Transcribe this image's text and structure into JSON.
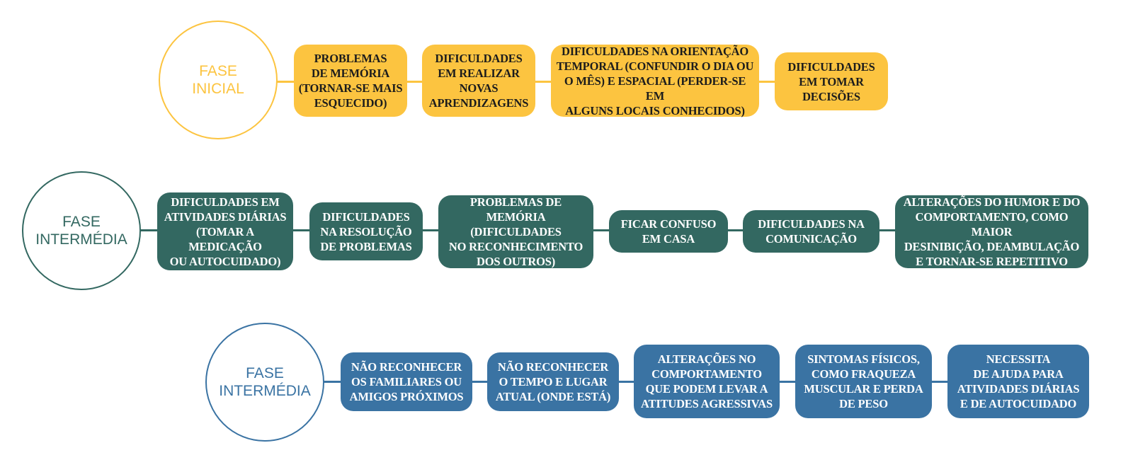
{
  "colors": {
    "phase1": "#FCC440",
    "phase2": "#336861",
    "phase3": "#3A73A3",
    "phase1_text": "#1c1c1c",
    "on_dark_text": "#ffffff"
  },
  "phases": [
    {
      "label": "FASE\nINICIAL",
      "items": [
        "PROBLEMAS\nDE MEMÓRIA\n(TORNAR-SE MAIS\nESQUECIDO)",
        "DIFICULDADES\nEM REALIZAR\nNOVAS\nAPRENDIZAGENS",
        "DIFICULDADES NA ORIENTAÇÃO\nTEMPORAL (CONFUNDIR O DIA OU\nO MÊS) E ESPACIAL (PERDER-SE EM\nALGUNS LOCAIS CONHECIDOS)",
        "DIFICULDADES\nEM TOMAR\nDECISÕES"
      ]
    },
    {
      "label": "FASE\nINTERMÉDIA",
      "items": [
        "DIFICULDADES EM\nATIVIDADES DIÁRIAS\n(TOMAR A MEDICAÇÃO\nOU AUTOCUIDADO)",
        "DIFICULDADES\nNA RESOLUÇÃO\nDE PROBLEMAS",
        "PROBLEMAS DE\nMEMÓRIA (DIFICULDADES\nNO RECONHECIMENTO\nDOS OUTROS)",
        "FICAR CONFUSO\nEM CASA",
        "DIFICULDADES NA\nCOMUNICAÇÃO",
        "ALTERAÇÕES DO HUMOR E DO\nCOMPORTAMENTO, COMO MAIOR\nDESINIBIÇÃO, DEAMBULAÇÃO\nE TORNAR-SE REPETITIVO"
      ]
    },
    {
      "label": "FASE\nINTERMÉDIA",
      "items": [
        "NÃO RECONHECER\nOS FAMILIARES OU\nAMIGOS PRÓXIMOS",
        "NÃO RECONHECER\nO TEMPO E LUGAR\nATUAL (ONDE ESTÁ)",
        "ALTERAÇÕES NO\nCOMPORTAMENTO\nQUE PODEM LEVAR A\nATITUDES AGRESSIVAS",
        "SINTOMAS FÍSICOS,\nCOMO FRAQUEZA\nMUSCULAR E PERDA\nDE PESO",
        "NECESSITA\nDE AJUDA PARA\nATIVIDADES DIÁRIAS\nE DE AUTOCUIDADO"
      ]
    }
  ]
}
